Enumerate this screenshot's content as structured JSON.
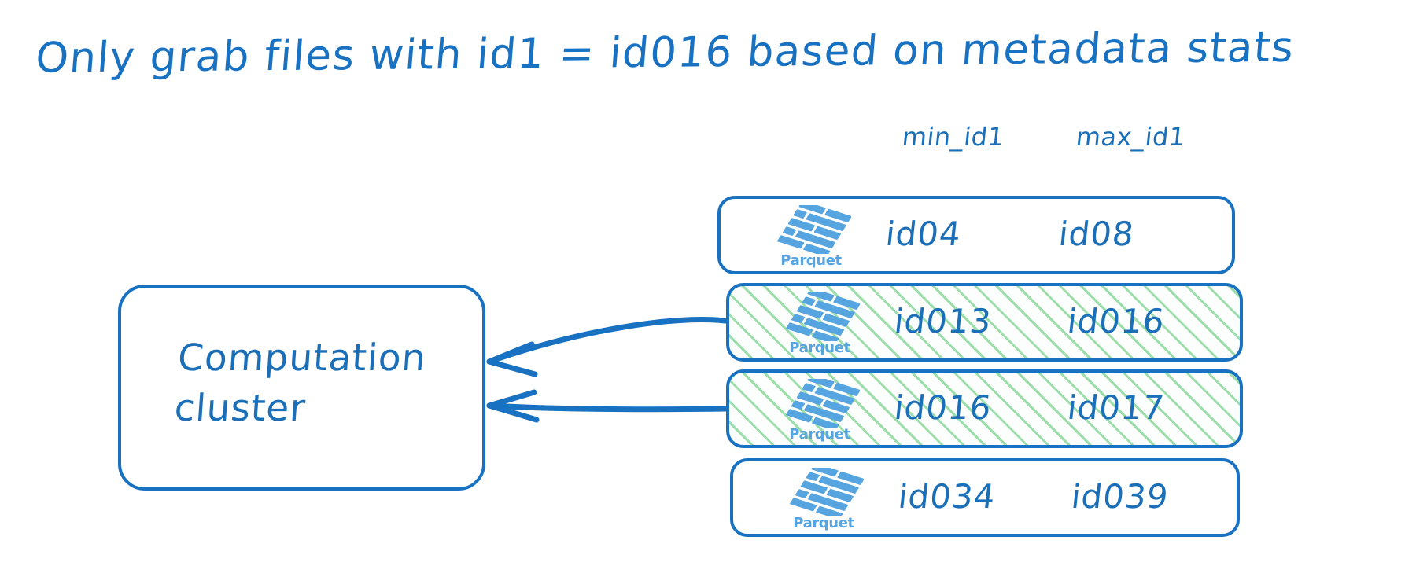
{
  "title": "Only grab files with id1 = id016 based on metadata stats",
  "colors": {
    "stroke_blue": "#1971c2",
    "text_blue": "#1b6fb8",
    "logo_blue": "#57a5e0",
    "highlight_green": "#96dca5",
    "background": "#ffffff"
  },
  "table": {
    "headers": {
      "min": "min_id1",
      "max": "max_id1"
    },
    "rows": [
      {
        "icon": "parquet-logo",
        "icon_label": "Parquet",
        "min_id1": "id04",
        "max_id1": "id08",
        "selected": false
      },
      {
        "icon": "parquet-logo",
        "icon_label": "Parquet",
        "min_id1": "id013",
        "max_id1": "id016",
        "selected": true
      },
      {
        "icon": "parquet-logo",
        "icon_label": "Parquet",
        "min_id1": "id016",
        "max_id1": "id017",
        "selected": true
      },
      {
        "icon": "parquet-logo",
        "icon_label": "Parquet",
        "min_id1": "id034",
        "max_id1": "id039",
        "selected": false
      }
    ]
  },
  "cluster": {
    "label": "Computation cluster"
  },
  "arrows": [
    {
      "from_row": 1,
      "to": "cluster",
      "direction": "left"
    },
    {
      "from_row": 2,
      "to": "cluster",
      "direction": "left"
    }
  ]
}
